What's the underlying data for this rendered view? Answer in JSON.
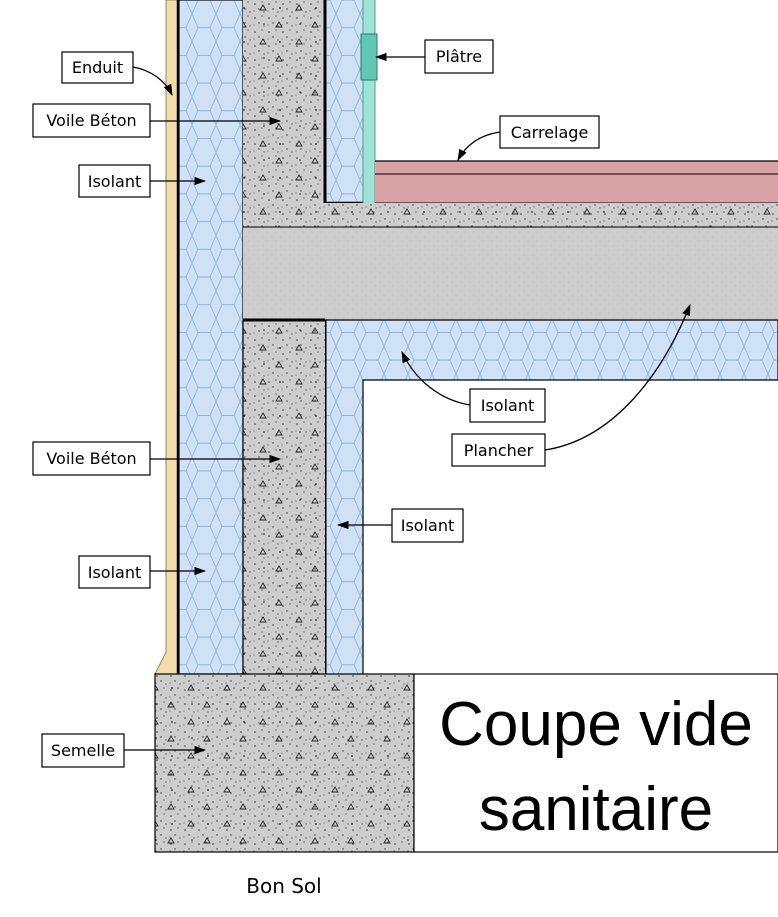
{
  "labels": {
    "enduit": "Enduit",
    "voile_beton_top": "Voile Béton",
    "isolant_top": "Isolant",
    "platre": "Plâtre",
    "carrelage": "Carrelage",
    "isolant_floor": "Isolant",
    "plancher": "Plancher",
    "voile_beton_bottom": "Voile Béton",
    "isolant_inner": "Isolant",
    "isolant_bottom": "Isolant",
    "semelle": "Semelle"
  },
  "title": {
    "line1": "Coupe vide",
    "line2": "sanitaire"
  },
  "ground": "Bon Sol",
  "colors": {
    "insulation": "#cfe2f8",
    "concrete": "#cdcdcd",
    "render": "#f3dcaa",
    "tile": "#d9a3a5",
    "plaster": "#9fe3d7"
  }
}
